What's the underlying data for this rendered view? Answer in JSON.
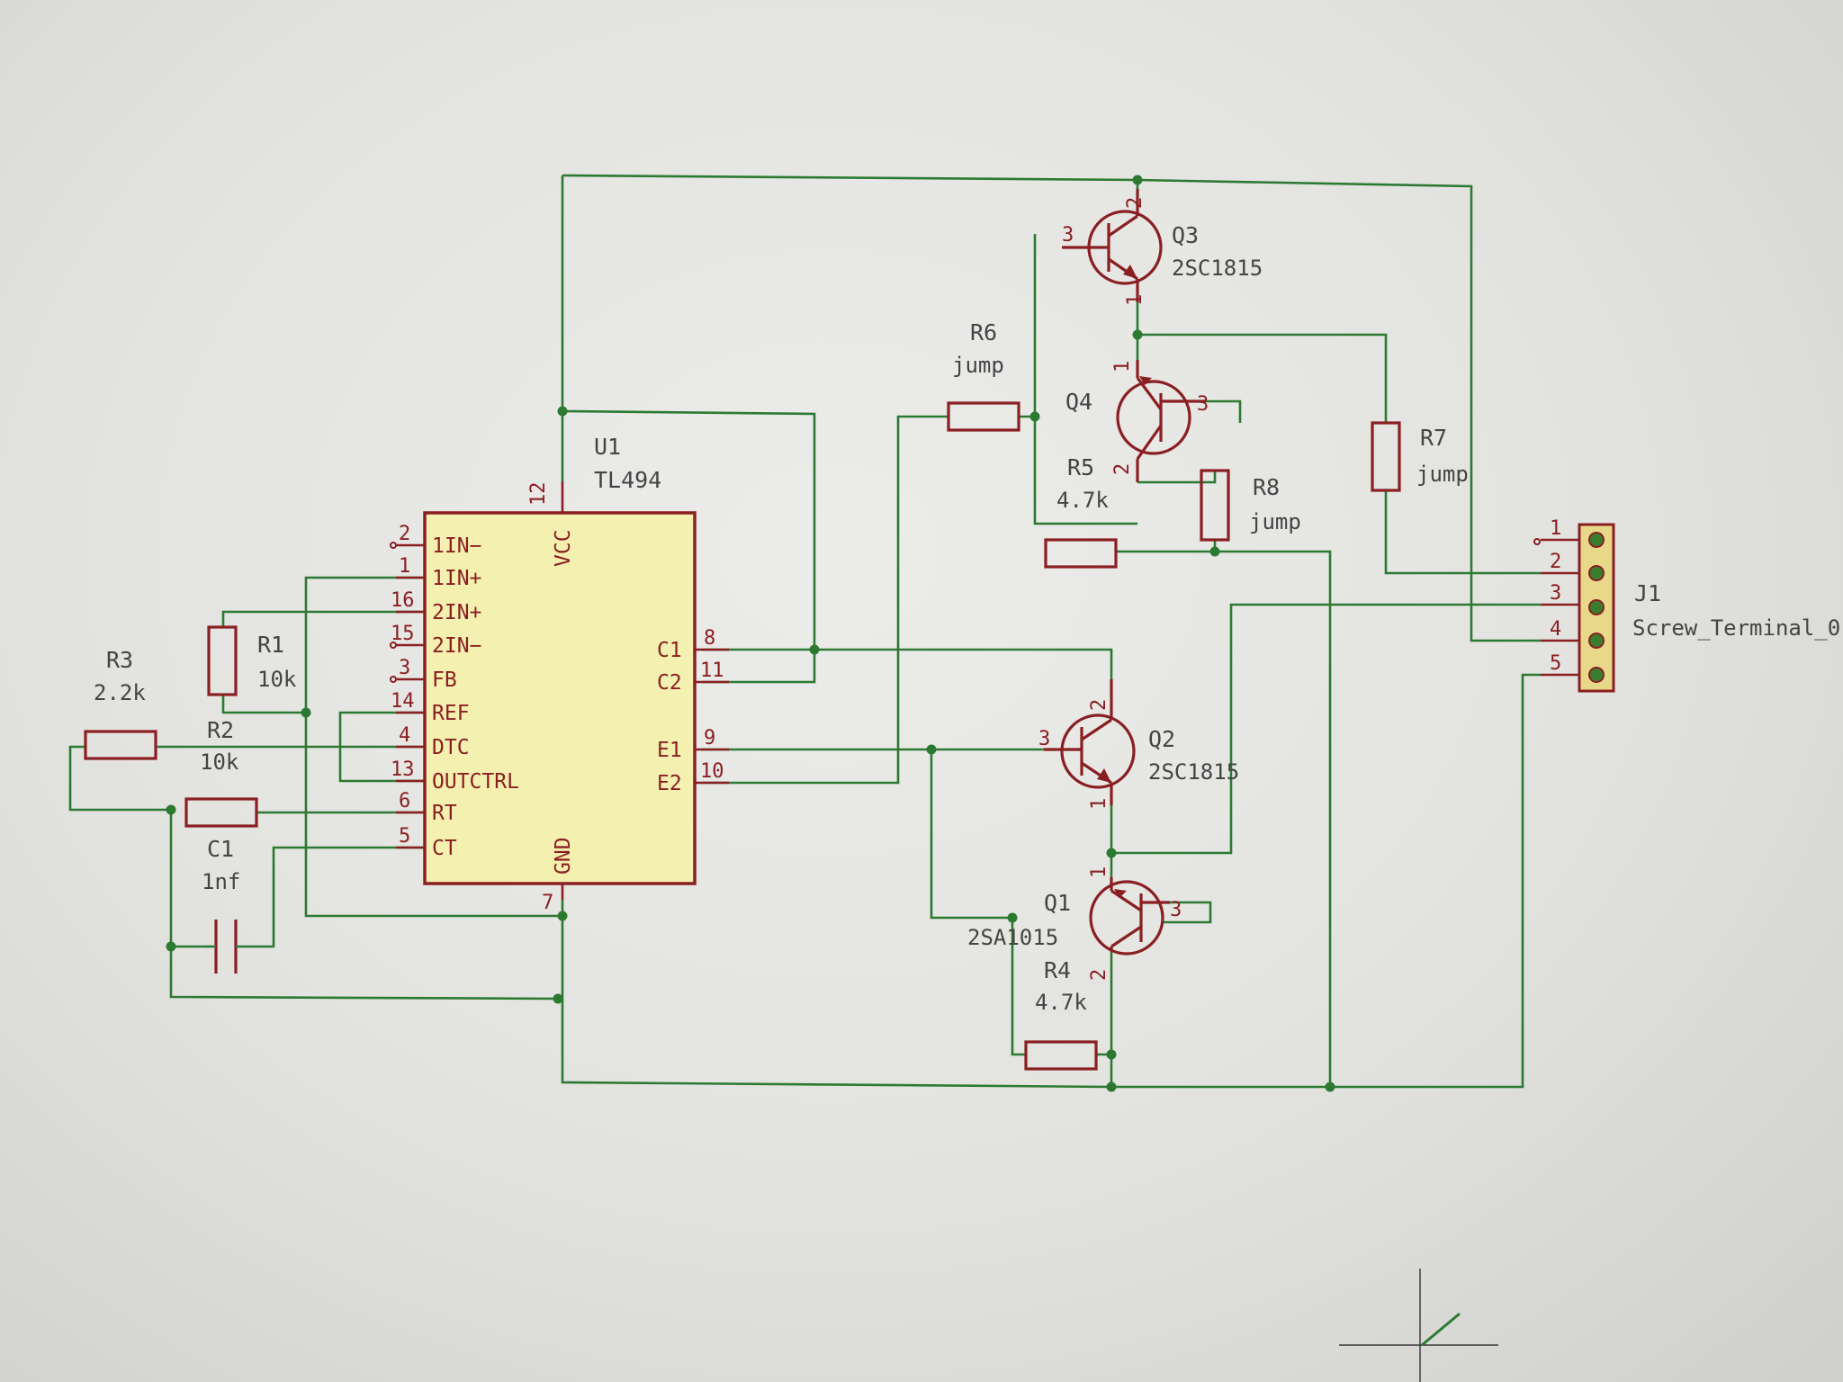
{
  "schematic": {
    "u1": {
      "ref": "U1",
      "value": "TL494",
      "pins_left": [
        {
          "num": "2",
          "name": "1IN−"
        },
        {
          "num": "1",
          "name": "1IN+"
        },
        {
          "num": "16",
          "name": "2IN+"
        },
        {
          "num": "15",
          "name": "2IN−"
        },
        {
          "num": "3",
          "name": "FB"
        },
        {
          "num": "14",
          "name": "REF"
        },
        {
          "num": "4",
          "name": "DTC"
        },
        {
          "num": "13",
          "name": "OUTCTRL"
        },
        {
          "num": "6",
          "name": "RT"
        },
        {
          "num": "5",
          "name": "CT"
        }
      ],
      "pins_right": [
        {
          "num": "8",
          "name": "C1"
        },
        {
          "num": "11",
          "name": "C2"
        },
        {
          "num": "9",
          "name": "E1"
        },
        {
          "num": "10",
          "name": "E2"
        }
      ],
      "vcc": {
        "num": "12",
        "name": "VCC"
      },
      "gnd": {
        "num": "7",
        "name": "GND"
      }
    },
    "resistors": [
      {
        "ref": "R1",
        "value": "10k"
      },
      {
        "ref": "R2",
        "value": "10k"
      },
      {
        "ref": "R3",
        "value": "2.2k"
      },
      {
        "ref": "R4",
        "value": "4.7k"
      },
      {
        "ref": "R5",
        "value": "4.7k"
      },
      {
        "ref": "R6",
        "value": "jump"
      },
      {
        "ref": "R7",
        "value": "jump"
      },
      {
        "ref": "R8",
        "value": "jump"
      }
    ],
    "capacitors": [
      {
        "ref": "C1",
        "value": "1nf"
      }
    ],
    "transistors": [
      {
        "ref": "Q1",
        "value": "2SA1015",
        "pins": [
          "1",
          "2",
          "3"
        ]
      },
      {
        "ref": "Q2",
        "value": "2SC1815",
        "pins": [
          "1",
          "2",
          "3"
        ]
      },
      {
        "ref": "Q3",
        "value": "2SC1815",
        "pins": [
          "1",
          "2",
          "3"
        ]
      },
      {
        "ref": "Q4",
        "value": "",
        "pins": [
          "1",
          "2",
          "3"
        ]
      }
    ],
    "connector": {
      "ref": "J1",
      "value": "Screw_Terminal_0",
      "pins": [
        "1",
        "2",
        "3",
        "4",
        "5"
      ]
    }
  }
}
